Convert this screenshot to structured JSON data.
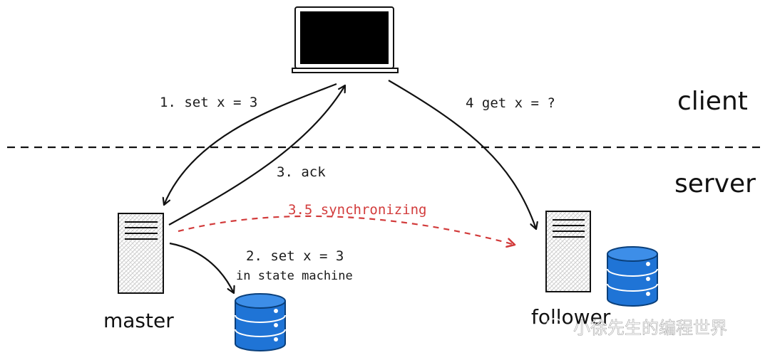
{
  "labels": {
    "client_zone": "client",
    "server_zone": "server",
    "step1": "1. set x = 3",
    "step2_line1": "2. set x = 3",
    "step2_line2": "in state machine",
    "step3": "3. ack",
    "step35": "3.5 synchronizing",
    "step4": "4 get x = ?",
    "master": "master",
    "follower": "follower"
  },
  "watermark": {
    "text": "小徐先生的编程世界",
    "icon": "wechat-icon"
  },
  "colors": {
    "ink": "#111111",
    "sync_arrow": "#d23b3b",
    "database": "#1f74d6",
    "server_hatch": "#c8c8c8"
  },
  "icons": [
    "laptop-icon",
    "server-icon",
    "database-icon"
  ]
}
